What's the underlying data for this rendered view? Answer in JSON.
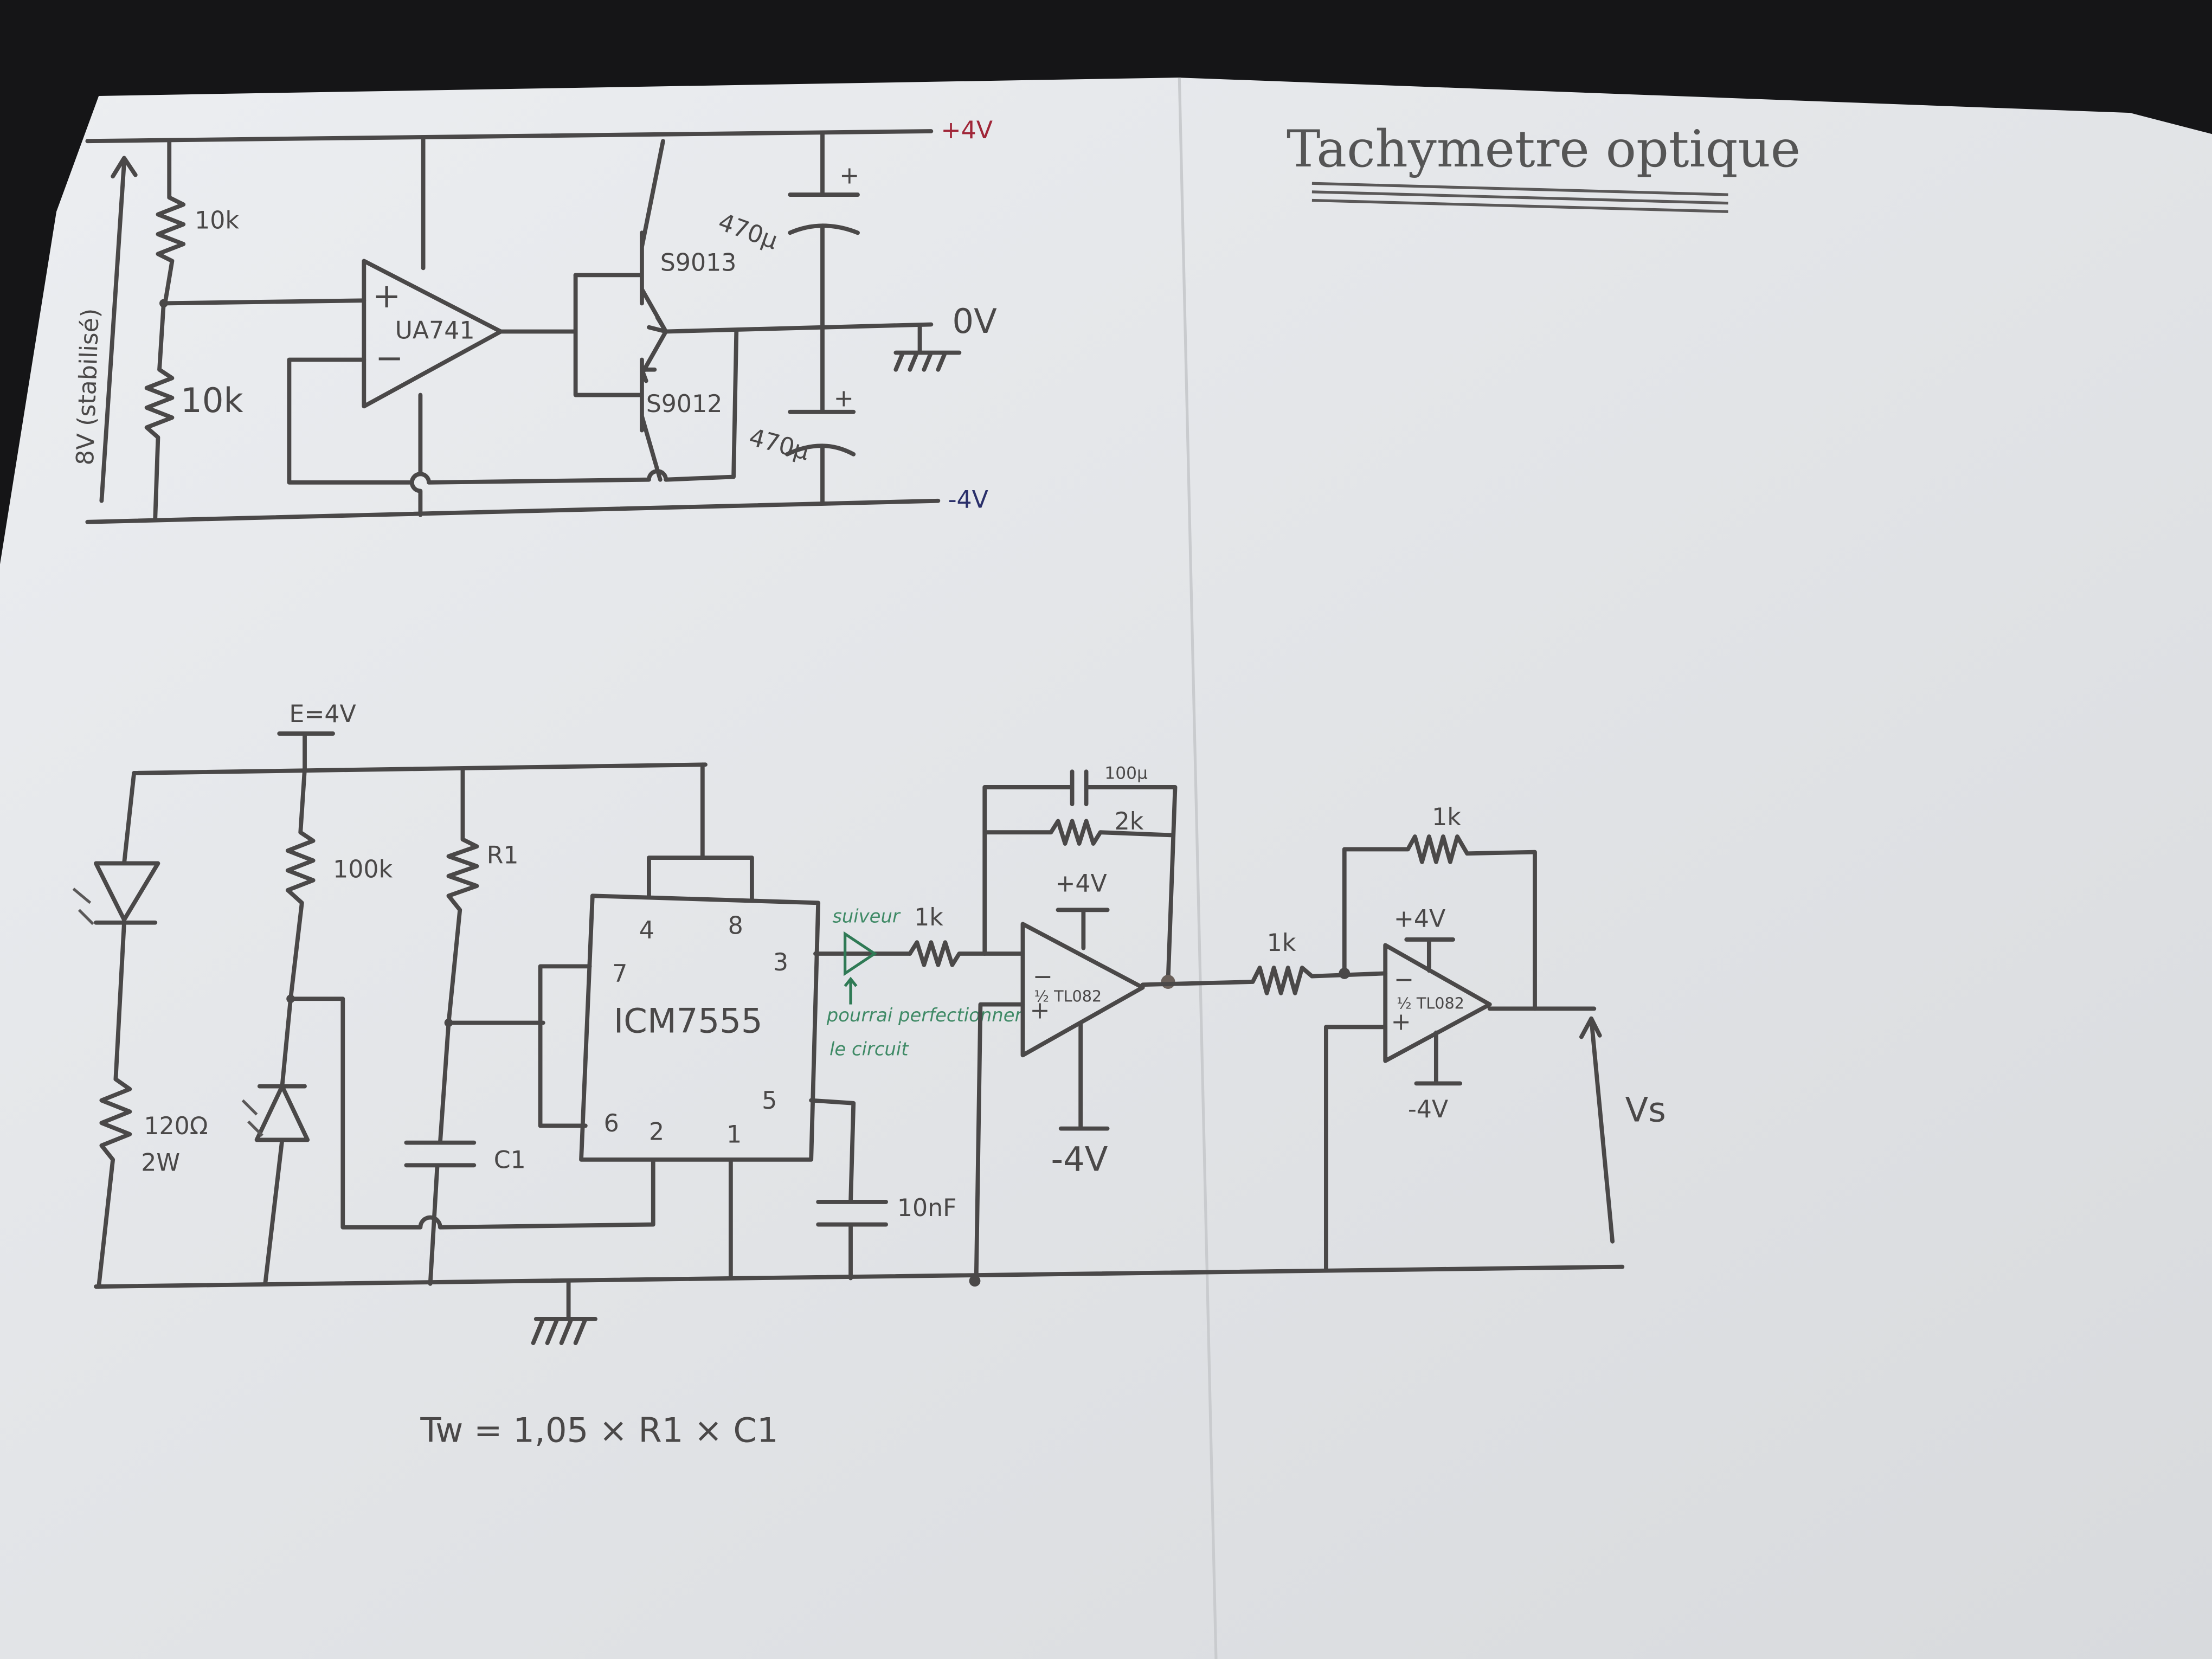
{
  "title": "Tachymetre optique",
  "supply_circuit": {
    "rail_pos": "+4V",
    "rail_zero": "0V",
    "rail_neg": "-4V",
    "input_voltage": "8V (stabilisé)",
    "r_top": "10k",
    "r_bottom": "10k",
    "opamp": "UA741",
    "opamp_plus": "+",
    "opamp_minus": "−",
    "npn": "S9013",
    "pnp": "S9012",
    "cap_top": "470µ",
    "cap_bottom": "470µ",
    "cap_plus": "+"
  },
  "main_circuit": {
    "supply": "E=4V",
    "led_resistor": "120Ω",
    "led_resistor_power": "2W",
    "r_pullup": "100k",
    "r1": "R1",
    "c1": "C1",
    "timer": "ICM7555",
    "pins": {
      "p4": "4",
      "p8": "8",
      "p7": "7",
      "p3": "3",
      "p5": "5",
      "p6": "6",
      "p2": "2",
      "p1": "1"
    },
    "cap_ctrl": "10nF",
    "buffer_note": "suiveur",
    "buffer_remark_line1": "pourrai perfectionner",
    "buffer_remark_line2": "le circuit",
    "r_in1": "1k",
    "c_fb1": "100µ",
    "r_fb1": "2k",
    "opamp1": "½ TL082",
    "opamp2": "½ TL082",
    "r_in2": "1k",
    "r_fb2": "1k",
    "vpos": "+4V",
    "vneg": "-4V",
    "output": "Vs"
  },
  "formula": "Tw = 1,05 × R1 × C1",
  "colors": {
    "paper": "#e6e7ea",
    "ink": "#4a4848",
    "red": "#a02638",
    "blue": "#2a2f6a",
    "green": "#2f7a55"
  }
}
